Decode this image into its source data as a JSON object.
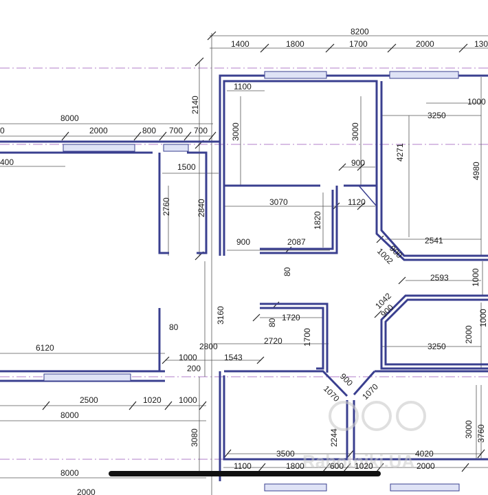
{
  "plan": {
    "colors": {
      "wall": "#3a3f8f",
      "axis": "#b07cc9",
      "window": "#dfe3f6"
    },
    "watermark": "Rabotniki.UA",
    "dims": {
      "top_total": "8200",
      "top_1": "1400",
      "top_2": "1800",
      "top_3": "1700",
      "top_4": "2000",
      "top_5": "130",
      "d1100a": "1100",
      "d1000a": "1000",
      "d3250a": "3250",
      "d2140": "2140",
      "d3000a": "3000",
      "d3000b": "3000",
      "d4271": "4271",
      "d4980": "4980",
      "left_8000a": "8000",
      "left_2000": "2000",
      "left_800": "800",
      "left_700a": "700",
      "left_700b": "700",
      "left_0": "0",
      "left_400": "400",
      "d1500": "1500",
      "d900a": "900",
      "d2760": "2760",
      "d2840": "2840",
      "d3070": "3070",
      "d1120": "1120",
      "d1820": "1820",
      "d900b": "900",
      "d2087": "2087",
      "d80a": "80",
      "d900c": "900",
      "d1002": "1002",
      "d2541": "2541",
      "d2593": "2593",
      "d1000b": "1000",
      "d1042": "1042",
      "d900d": "900",
      "d3160": "3160",
      "d80b": "80",
      "d80c": "80",
      "d1720": "1720",
      "d1700": "1700",
      "d2000a": "2000",
      "d1000c": "1000",
      "d3250b": "3250",
      "d6120": "6120",
      "d2800": "2800",
      "d2720": "2720",
      "d1000d": "1000",
      "d1543": "1543",
      "d200": "200",
      "d900e": "900",
      "d1070a": "1070",
      "d1070b": "1070",
      "d2500": "2500",
      "d1020a": "1020",
      "d1000e": "1000",
      "left_8000b": "8000",
      "d3080": "3080",
      "d2244": "2244",
      "d3500": "3500",
      "d4020": "4020",
      "d3000c": "3000",
      "d3760": "3760",
      "d1100b": "1100",
      "d1800b": "1800",
      "d600": "600",
      "d1020b": "1020",
      "d2000b": "2000",
      "left_8000c": "8000",
      "bottom_cut": "2000"
    }
  }
}
